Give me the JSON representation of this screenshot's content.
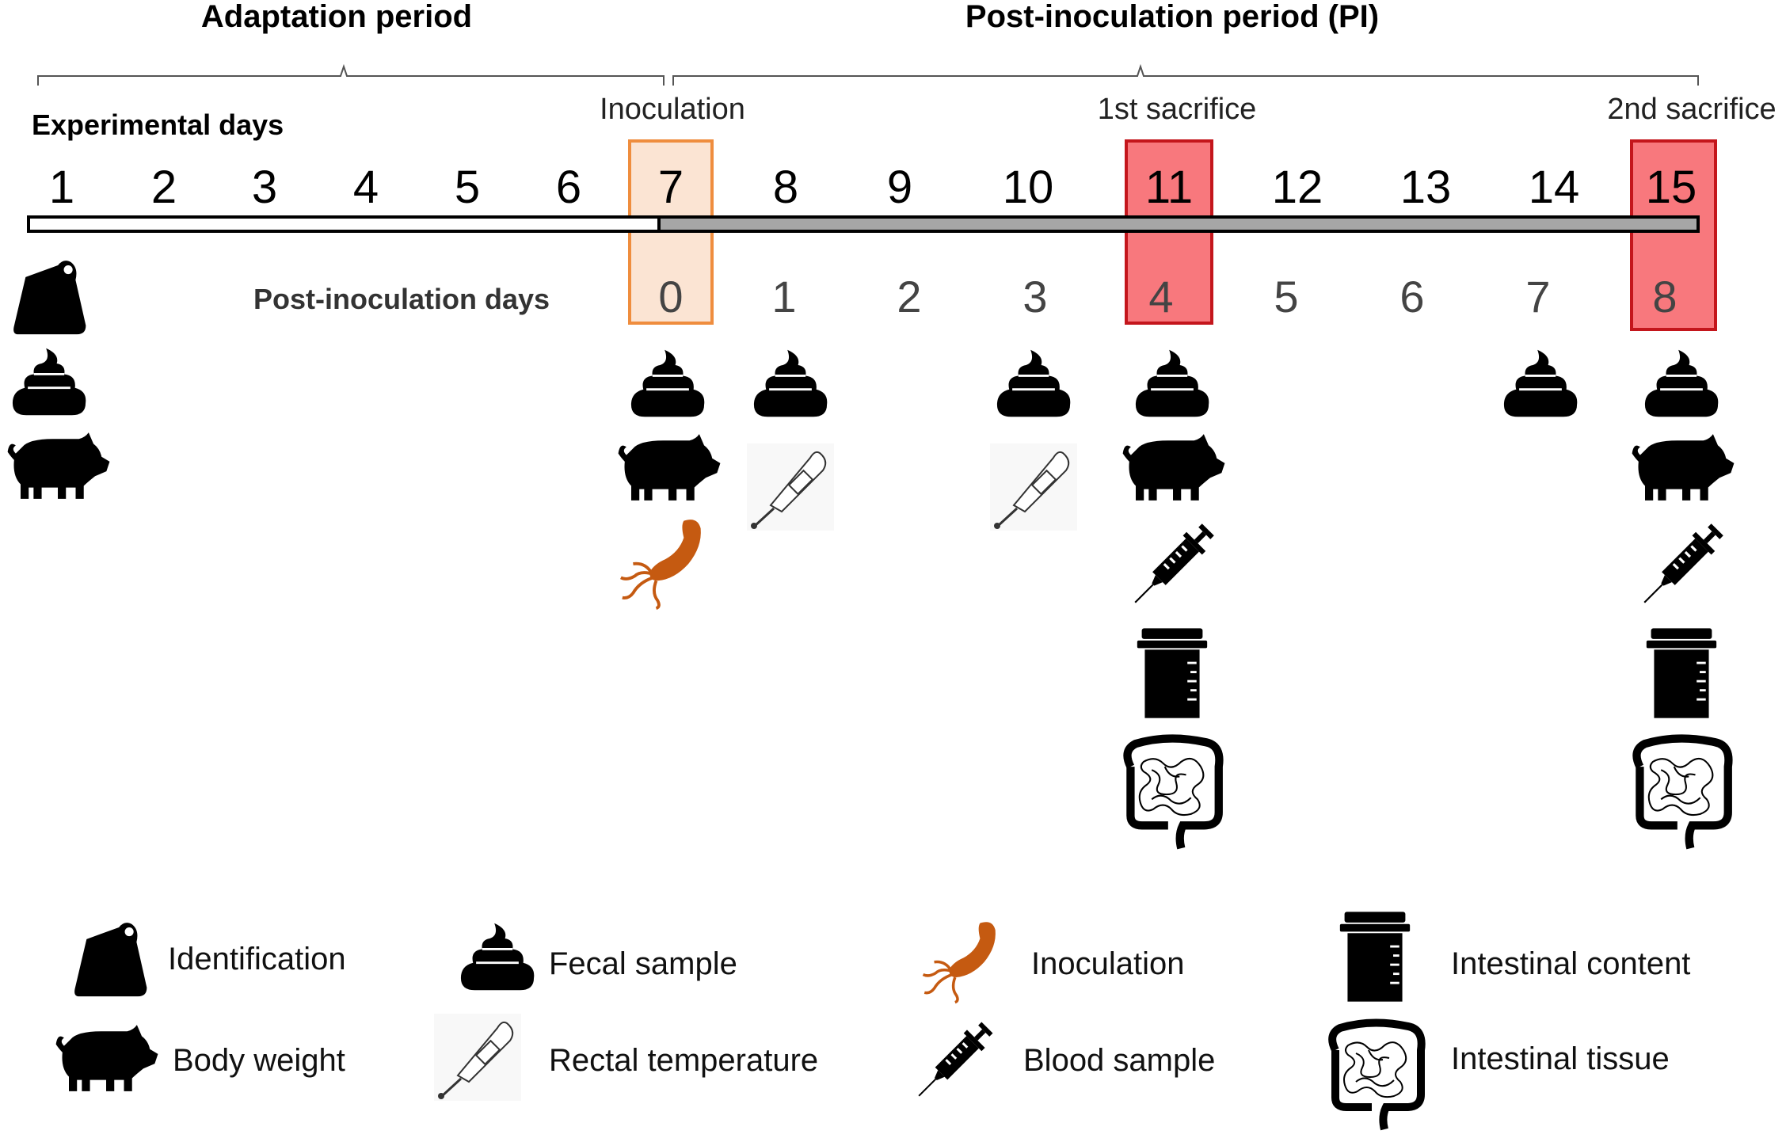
{
  "periods": {
    "adaptation": "Adaptation period",
    "post_inoculation": "Post-inoculation period (PI)"
  },
  "labels": {
    "experimental_days": "Experimental days",
    "post_inoculation_days": "Post-inoculation days"
  },
  "events": {
    "inoculation": "Inoculation",
    "first_sacrifice": "1st sacrifice",
    "second_sacrifice": "2nd sacrifice"
  },
  "experimental_days": [
    "1",
    "2",
    "3",
    "4",
    "5",
    "6",
    "7",
    "8",
    "9",
    "10",
    "11",
    "12",
    "13",
    "14",
    "15"
  ],
  "post_inoculation_days": [
    "0",
    "1",
    "2",
    "3",
    "4",
    "5",
    "6",
    "7",
    "8"
  ],
  "schedule": [
    {
      "day": "1",
      "icons": [
        "tag-icon",
        "poop-icon",
        "pig-icon"
      ]
    },
    {
      "day": "7",
      "icons": [
        "poop-icon",
        "pig-icon",
        "bacteria-icon"
      ]
    },
    {
      "day": "8",
      "icons": [
        "poop-icon",
        "thermometer-icon"
      ]
    },
    {
      "day": "10",
      "icons": [
        "poop-icon",
        "thermometer-icon"
      ]
    },
    {
      "day": "11",
      "icons": [
        "poop-icon",
        "pig-icon",
        "syringe-icon",
        "jar-icon",
        "intestine-icon"
      ]
    },
    {
      "day": "14",
      "icons": [
        "poop-icon"
      ]
    },
    {
      "day": "15",
      "icons": [
        "poop-icon",
        "pig-icon",
        "syringe-icon",
        "jar-icon",
        "intestine-icon"
      ]
    }
  ],
  "legend": {
    "identification": "Identification",
    "body_weight": "Body weight",
    "fecal_sample": "Fecal sample",
    "rectal_temperature": "Rectal temperature",
    "inoculation": "Inoculation",
    "blood_sample": "Blood sample",
    "intestinal_content": "Intestinal content",
    "intestinal_tissue": "Intestinal tissue"
  },
  "colors": {
    "inoculation_box_border": "#ef8d3e",
    "inoculation_box_fill": "#fbe4d3",
    "sacrifice_box_border": "#c4161c",
    "sacrifice_box_fill": "#f8787d",
    "pi_bar_fill": "#a6a6a6",
    "bacteria": "#c55a11",
    "icon": "#000000"
  }
}
